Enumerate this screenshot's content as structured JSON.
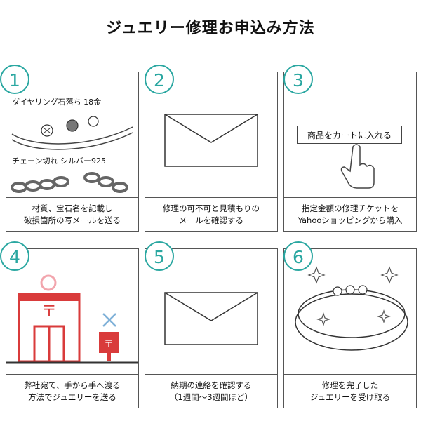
{
  "title": "ジュエリー修理お申込み方法",
  "steps": [
    {
      "number": "1",
      "caption_line1": "材質、宝石名を記載し",
      "caption_line2": "破損箇所の写メールを送る",
      "ring_label": "ダイヤリング石落ち 18金",
      "chain_label": "チェーン切れ シルバー925"
    },
    {
      "number": "2",
      "caption_line1": "修理の可不可と見積もりの",
      "caption_line2": "メールを確認する"
    },
    {
      "number": "3",
      "caption_line1": "指定金額の修理チケットを",
      "caption_line2": "Yahooショッピングから購入",
      "cart_button_label": "商品をカートに入れる"
    },
    {
      "number": "4",
      "caption_line1": "弊社宛て、手から手へ渡る",
      "caption_line2": "方法でジュエリーを送る"
    },
    {
      "number": "5",
      "caption_line1": "納期の連絡を確認する",
      "caption_line2": "（1週間〜3週間ほど）"
    },
    {
      "number": "6",
      "caption_line1": "修理を完了した",
      "caption_line2": "ジュエリーを受け取る"
    }
  ],
  "colors": {
    "badge": "#2aa7a1",
    "post": "#d93b3b",
    "mark": "#f2a5ad",
    "cross": "#7fb1d8"
  }
}
